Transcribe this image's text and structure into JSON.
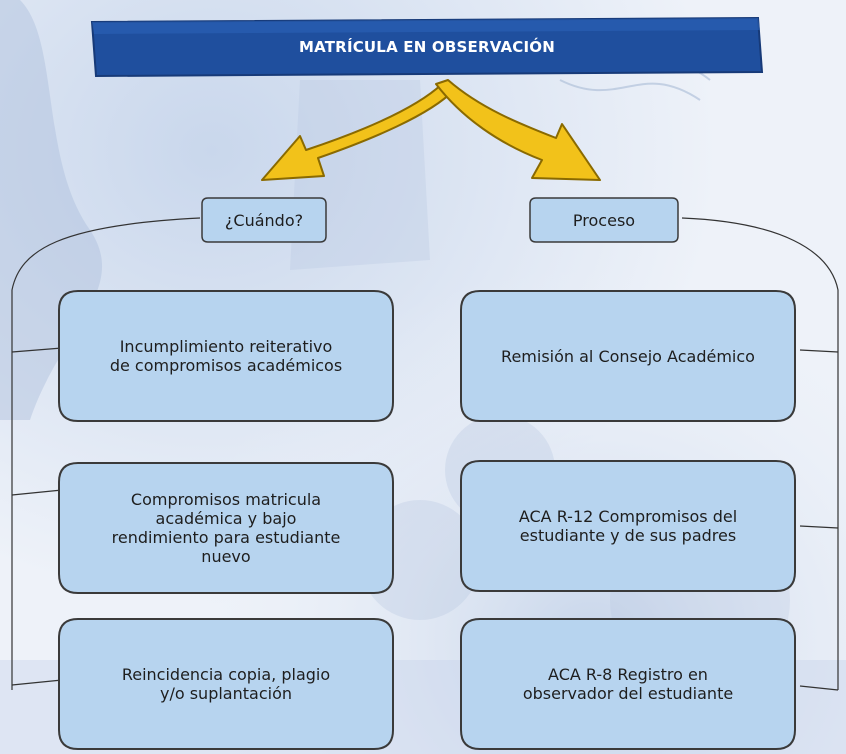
{
  "title": "MATRÍCULA EN OBSERVACIÓN",
  "left_header": "¿Cuándo?",
  "right_header": "Proceso",
  "left_items": [
    "Incumplimiento reiterativo\nde compromisos académicos",
    "Compromisos matricula\nacadémica y bajo\nrendimiento para estudiante\nnuevo",
    "Reincidencia copia, plagio\ny/o suplantación"
  ],
  "right_items": [
    "Remisión al Consejo Académico",
    "ACA R-12 Compromisos del\nestudiante y de sus padres",
    "ACA R-8 Registro en\nobservador del estudiante"
  ],
  "colors": {
    "banner": "#1f4f9e",
    "banner_dark": "#173a78",
    "card_fill": "#b7d4ef",
    "card_border": "#3a3a3a",
    "arrow": "#f2c21a"
  }
}
